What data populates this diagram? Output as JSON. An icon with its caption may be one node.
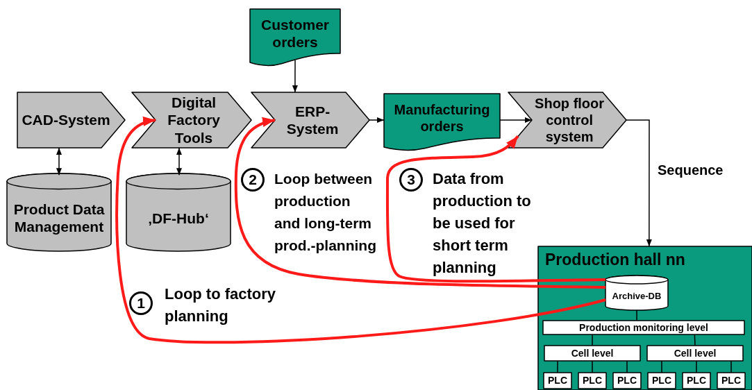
{
  "diagram": {
    "nodes": [
      {
        "text": [
          "Customer orders"
        ]
      },
      {
        "text": [
          "CAD-System"
        ]
      },
      {
        "text": [
          "Digital Factory Tools"
        ]
      },
      {
        "text": [
          "ERP-System"
        ]
      },
      {
        "text": [
          "Manufacturing orders"
        ]
      },
      {
        "text": [
          "Shop floor control system"
        ]
      },
      {
        "text": [
          "Product Data Management"
        ]
      },
      {
        "text": [
          "‚DF-Hub‘"
        ]
      },
      {
        "text": [
          "Production hall nn"
        ]
      },
      {
        "text": [
          "Archive-DB"
        ],
        "in": 8
      },
      {
        "text": [
          "Production monitoring level"
        ],
        "in": 8
      },
      {
        "text": [
          "Cell level"
        ],
        "in": 8
      },
      {
        "text": [
          "Cell level"
        ],
        "in": 8
      },
      {
        "text": [
          "PLC"
        ],
        "in": 8
      },
      {
        "text": [
          "PLC"
        ],
        "in": 8
      },
      {
        "text": [
          "PLC"
        ],
        "in": 8
      },
      {
        "text": [
          "PLC"
        ],
        "in": 8
      },
      {
        "text": [
          "PLC"
        ],
        "in": 8
      },
      {
        "text": [
          "PLC"
        ],
        "in": 8
      }
    ],
    "edges": [
      {
        "from": 0,
        "to": 3,
        "arrow": "to"
      },
      {
        "from": 1,
        "to": 6,
        "arrow": "both"
      },
      {
        "from": 2,
        "to": 7,
        "arrow": "both"
      },
      {
        "from": 3,
        "to": 4,
        "arrow": "to"
      },
      {
        "from": 4,
        "to": 5,
        "arrow": "to"
      },
      {
        "from": 5,
        "to": 8,
        "arrow": "to",
        "label": "Sequence"
      },
      {
        "from": 9,
        "to": 2,
        "arrow": "to",
        "style": "thick",
        "color": "#ff1a1a"
      },
      {
        "from": 9,
        "to": 3,
        "arrow": "to",
        "style": "thick",
        "color": "#ff1a1a"
      },
      {
        "from": 9,
        "to": 5,
        "arrow": "to",
        "style": "thick",
        "color": "#ff1a1a"
      },
      {
        "from": 9,
        "to": 10,
        "arrow": "none"
      },
      {
        "from": 10,
        "to": 11,
        "arrow": "none"
      },
      {
        "from": 10,
        "to": 12,
        "arrow": "none"
      },
      {
        "from": 11,
        "to": 13,
        "arrow": "none"
      },
      {
        "from": 11,
        "to": 14,
        "arrow": "none"
      },
      {
        "from": 11,
        "to": 15,
        "arrow": "none"
      },
      {
        "from": 12,
        "to": 16,
        "arrow": "none"
      },
      {
        "from": 12,
        "to": 17,
        "arrow": "none"
      },
      {
        "from": 12,
        "to": 18,
        "arrow": "none"
      }
    ],
    "labels": [
      "2",
      "Loop between production and long-term prod.-planning",
      "3",
      "Data from production to be used for short term planning",
      "1",
      "Loop to factory planning"
    ]
  }
}
